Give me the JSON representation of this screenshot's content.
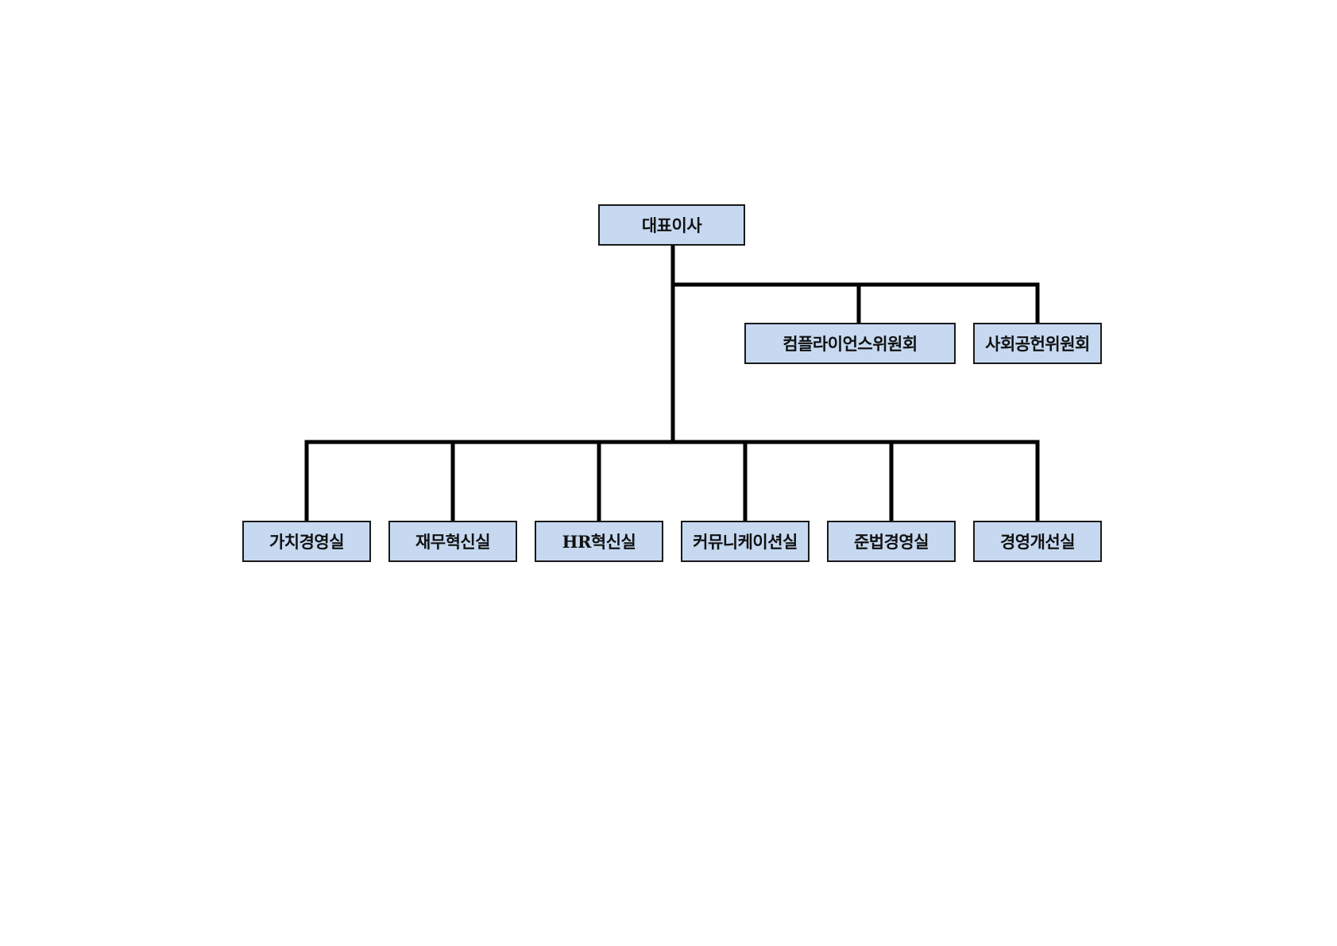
{
  "colors": {
    "box_fill": "#c6d9f1",
    "line": "#000000"
  },
  "nodes": {
    "ceo": {
      "label": "대표이사"
    },
    "compliance": {
      "label": "컴플라이언스위원회"
    },
    "social": {
      "label": "사회공헌위원회"
    },
    "value": {
      "label": "가치경영실"
    },
    "finance": {
      "label": "재무혁신실"
    },
    "hr": {
      "label": "HR혁신실"
    },
    "comm": {
      "label": "커뮤니케이션실"
    },
    "legal": {
      "label": "준법경영실"
    },
    "improve": {
      "label": "경영개선실"
    }
  }
}
